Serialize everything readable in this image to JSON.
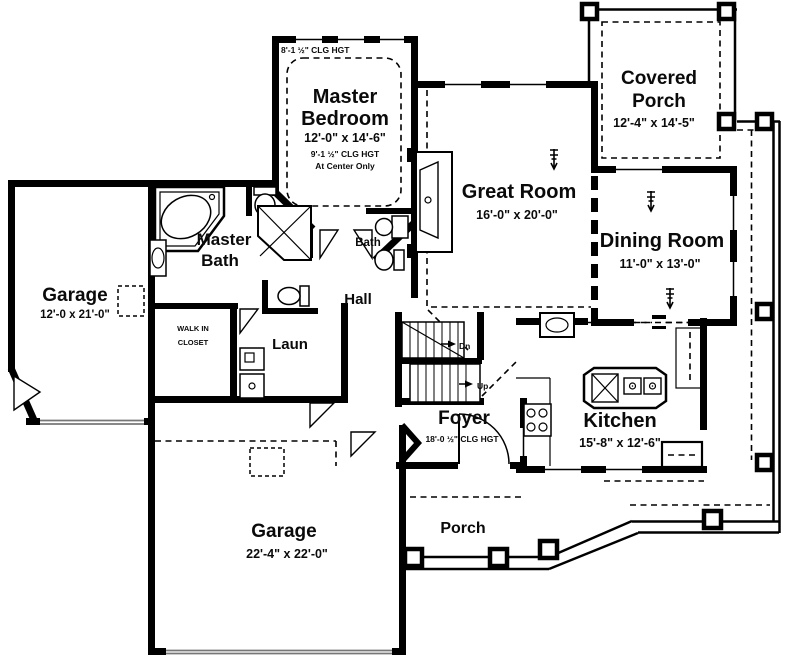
{
  "colors": {
    "wall": "#000000",
    "background": "#ffffff"
  },
  "rooms": {
    "master_bedroom": {
      "line1": "Master",
      "line2": "Bedroom",
      "dims": "12'-0\" x 14'-6\"",
      "ceiling": "9'-1 ½\" CLG HGT",
      "ceiling_note": "At Center Only",
      "edge_ceiling": "8'-1 ½\" CLG HGT"
    },
    "covered_porch": {
      "line1": "Covered",
      "line2": "Porch",
      "dims": "12'-4\" x 14'-5\""
    },
    "great_room": {
      "name": "Great Room",
      "dims": "16'-0\" x 20'-0\""
    },
    "dining_room": {
      "name": "Dining Room",
      "dims": "11'-0\" x 13'-0\""
    },
    "master_bath": {
      "line1": "Master",
      "line2": "Bath"
    },
    "bath": {
      "name": "Bath"
    },
    "garage_side": {
      "name": "Garage",
      "dims": "12'-0 x 21'-0\""
    },
    "walk_in_closet": {
      "line1": "WALK IN",
      "line2": "CLOSET"
    },
    "laundry": {
      "name": "Laun"
    },
    "hall": {
      "name": "Hall"
    },
    "stairs": {
      "down": "Dn",
      "up": "Up"
    },
    "foyer": {
      "name": "Foyer",
      "ceiling": "18'-0 ½\" CLG HGT"
    },
    "kitchen": {
      "name": "Kitchen",
      "dims": "15'-8\" x 12'-6\""
    },
    "garage_main": {
      "name": "Garage",
      "dims": "22'-4\" x 22'-0\""
    },
    "porch": {
      "name": "Porch"
    }
  }
}
